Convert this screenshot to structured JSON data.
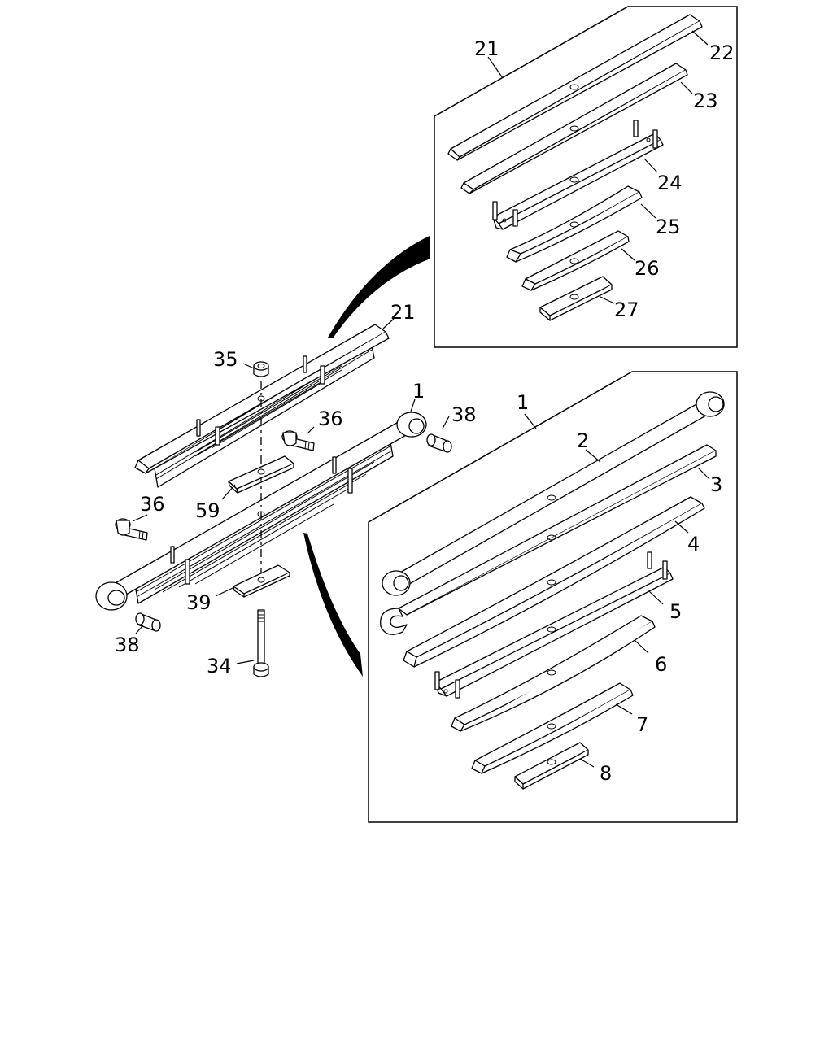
{
  "callouts": {
    "c21_main": "21",
    "c35": "35",
    "c36_upper": "36",
    "c36_lower": "36",
    "c1_main": "1",
    "c38_upper": "38",
    "c38_lower": "38",
    "c59": "59",
    "c39": "39",
    "c34": "34",
    "c21_inset": "21",
    "c22": "22",
    "c23": "23",
    "c24": "24",
    "c25": "25",
    "c26": "26",
    "c27": "27",
    "c1_inset": "1",
    "c2": "2",
    "c3": "3",
    "c4": "4",
    "c5": "5",
    "c6": "6",
    "c7": "7",
    "c8": "8"
  }
}
